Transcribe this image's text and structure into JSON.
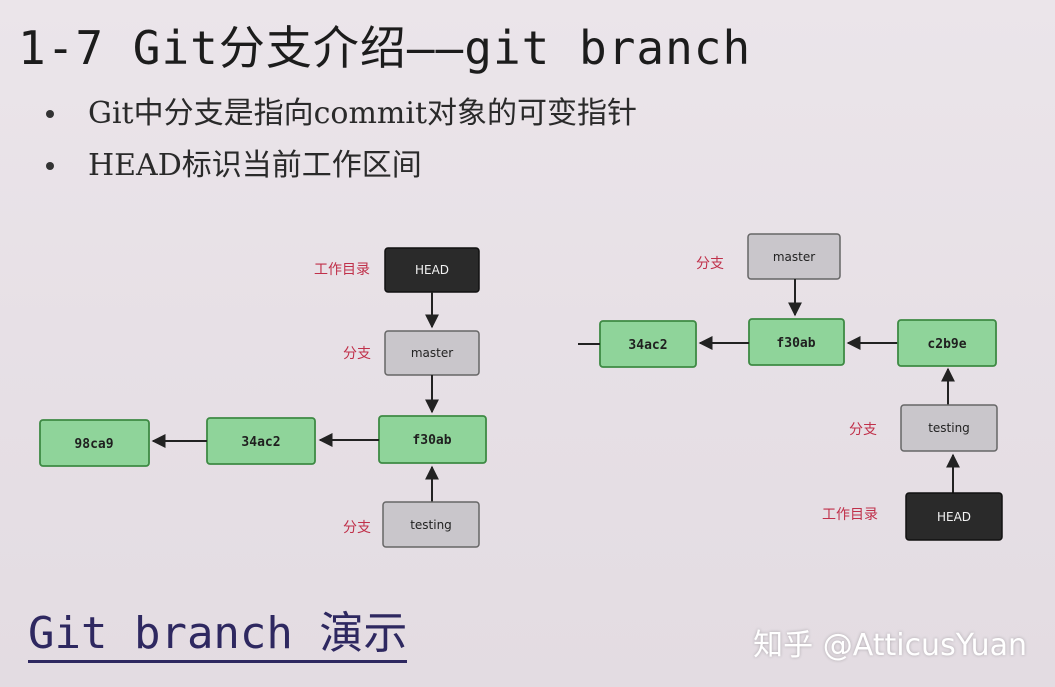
{
  "title": "1-7 Git分支介绍——git branch",
  "bullets": [
    "Git中分支是指向commit对象的可变指针",
    "HEAD标识当前工作区间"
  ],
  "colors": {
    "commit_fill": "#8fd49a",
    "commit_stroke": "#3e8a44",
    "branch_fill": "#c9c6cb",
    "head_fill": "#2a2a2a",
    "caption": "#c0304a"
  },
  "diagram_left": {
    "labels": {
      "workdir": "工作目录",
      "branch1": "分支",
      "branch2": "分支"
    },
    "head": "HEAD",
    "master": "master",
    "testing": "testing",
    "commits": [
      "98ca9",
      "34ac2",
      "f30ab"
    ]
  },
  "diagram_right": {
    "labels": {
      "branch1": "分支",
      "branch2": "分支",
      "workdir": "工作目录"
    },
    "master": "master",
    "testing": "testing",
    "head": "HEAD",
    "commits": [
      "34ac2",
      "f30ab",
      "c2b9e"
    ]
  },
  "footer": "Git branch 演示",
  "watermark": "知乎 @AtticusYuan"
}
